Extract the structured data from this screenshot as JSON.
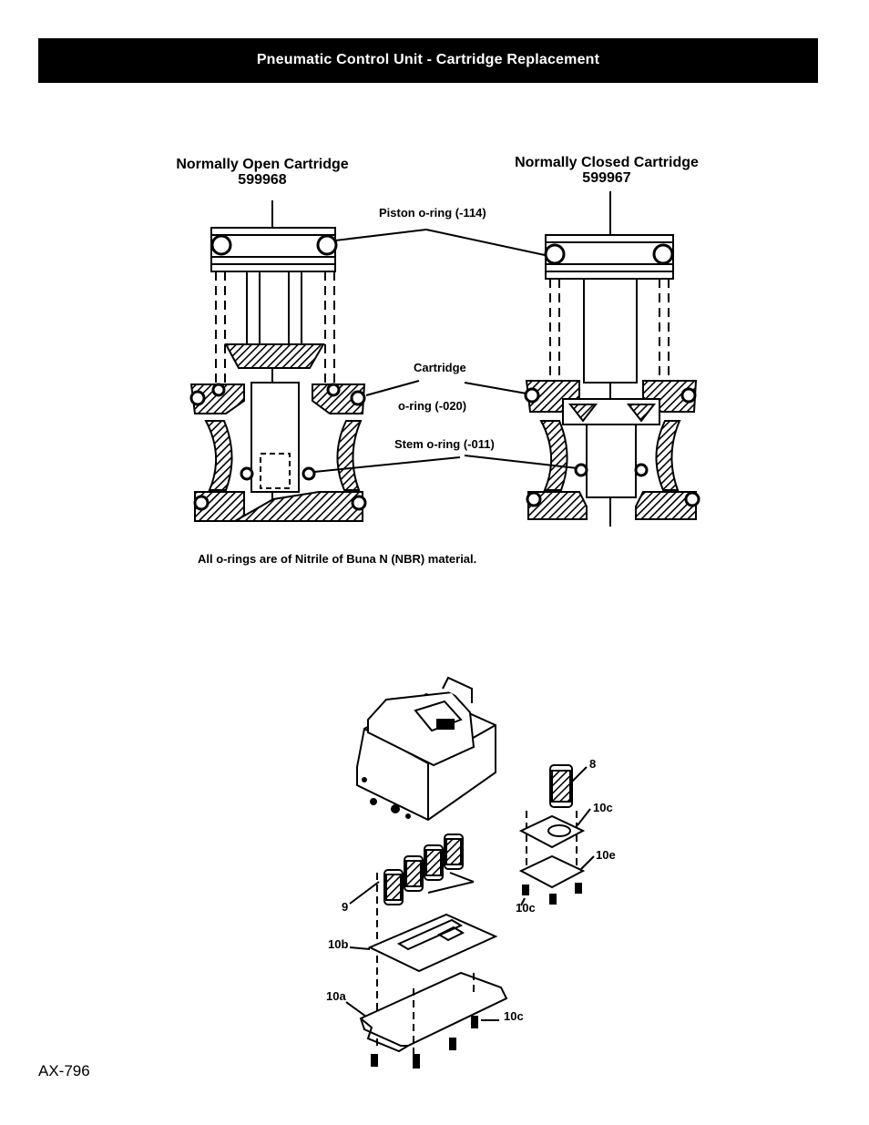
{
  "header": {
    "title": "Pneumatic Control Unit - Cartridge Replacement"
  },
  "cartridges": {
    "open": {
      "title": "Normally Open Cartridge",
      "part": "599968"
    },
    "closed": {
      "title": "Normally Closed Cartridge",
      "part": "599967"
    }
  },
  "callouts": {
    "piston": "Piston o-ring (-114)",
    "cartridge": "Cartridge",
    "cartridge_oring": "o-ring (-020)",
    "stem": "Stem o-ring (-011)"
  },
  "note": "All o-rings are of Nitrile of Buna N (NBR) material.",
  "parts": {
    "p8": "8",
    "p9": "9",
    "p10a": "10a",
    "p10b": "10b",
    "p10c_top": "10c",
    "p10c_left": "10c",
    "p10c_bottom": "10c",
    "p10e": "10e"
  },
  "footer": {
    "doc_id": "AX-796"
  }
}
